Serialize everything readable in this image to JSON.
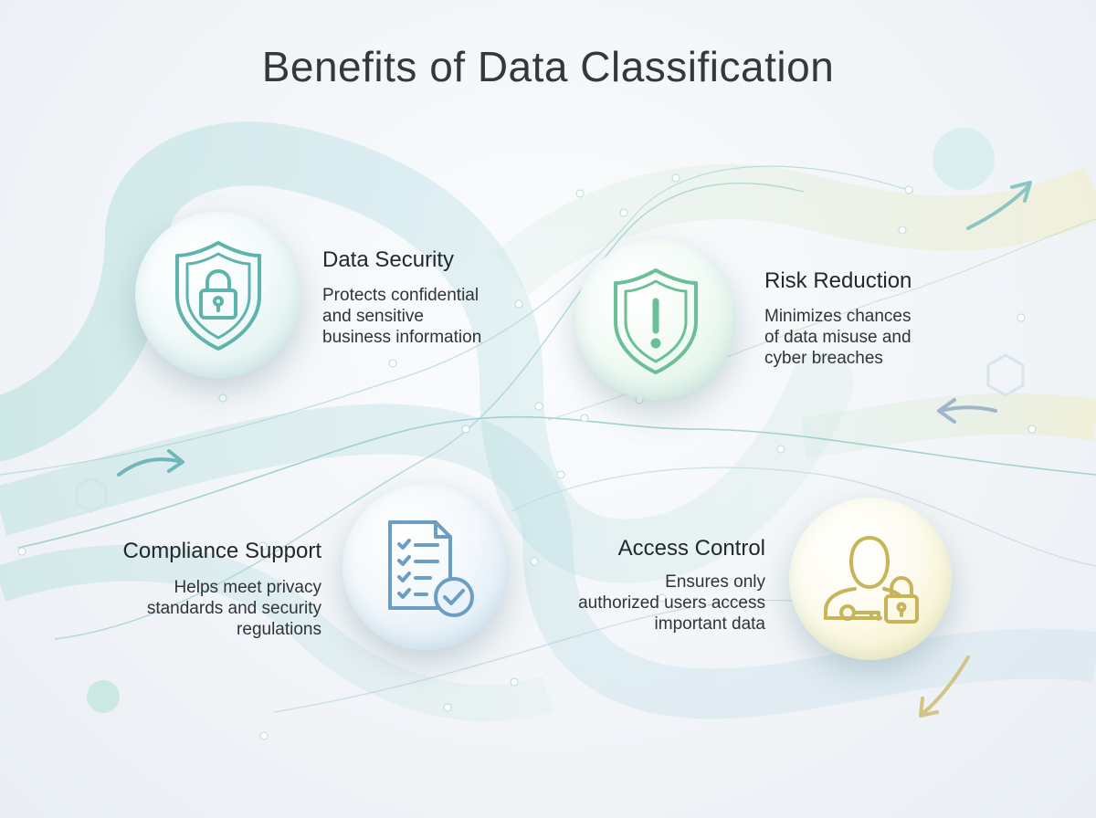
{
  "title": "Benefits of Data Classification",
  "benefits": [
    {
      "title": "Data Security",
      "description": "Protects confidential\nand sensitive\nbusiness information",
      "icon": "shield-lock-icon",
      "color": "#5fb3ad"
    },
    {
      "title": "Risk Reduction",
      "description": "Minimizes chances\nof data misuse and\ncyber breaches",
      "icon": "shield-exclamation-icon",
      "color": "#6bbf95"
    },
    {
      "title": "Compliance Support",
      "description": "Helps meet privacy\nstandards and security\nregulations",
      "icon": "checklist-document-icon",
      "color": "#6b9ec4"
    },
    {
      "title": "Access Control",
      "description": "Ensures only\nauthorized users access\nimportant data",
      "icon": "user-key-lock-icon",
      "color": "#c9b45a"
    }
  ]
}
